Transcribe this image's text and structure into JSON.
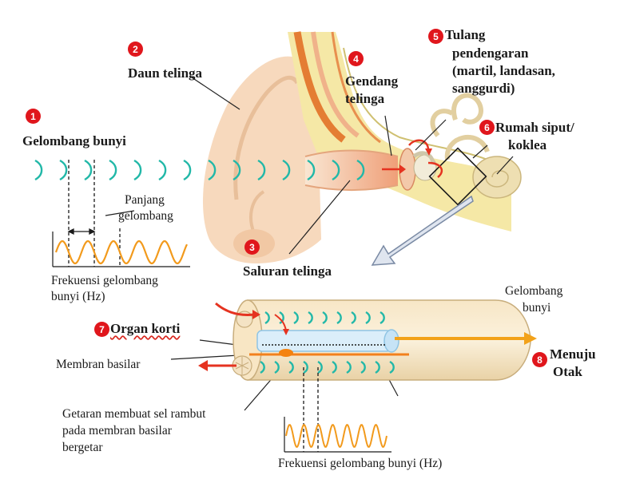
{
  "labels": {
    "daun_telinga": "Daun telinga",
    "gelombang_bunyi": "Gelombang bunyi",
    "panjang_gelombang_1": "Panjang",
    "panjang_gelombang_2": "gelombang",
    "frekuensi_1": "Frekuensi gelombang",
    "frekuensi_2": "bunyi (Hz)",
    "saluran_telinga": "Saluran telinga",
    "gendang_1": "Gendang",
    "gendang_2": "telinga",
    "tulang_1": "Tulang",
    "tulang_2": "pendengaran",
    "tulang_3": "(martil, landasan,",
    "tulang_4": "sanggurdi)",
    "rumah_siput_1": "Rumah siput/",
    "rumah_siput_2": "koklea",
    "gelombang_bunyi_2a": "Gelombang",
    "gelombang_bunyi_2b": "bunyi",
    "organ_korti": "Organ korti",
    "membran_basilar": "Membran basilar",
    "menuju_1": "Menuju",
    "menuju_2": "Otak",
    "getaran_1": "Getaran membuat sel rambut",
    "getaran_2": "pada membran basilar",
    "getaran_3": "bergetar",
    "frekuensi_bottom": "Frekuensi gelombang bunyi (Hz)"
  },
  "badges": [
    "1",
    "2",
    "3",
    "4",
    "5",
    "6",
    "7",
    "8"
  ],
  "colors": {
    "badge": "#e0161c",
    "wave": "#22b8a8",
    "arrow_red": "#e53320",
    "arrow_orange": "#f2a21a",
    "skin": "#f6d9bc",
    "bone": "#f3e8a8"
  }
}
